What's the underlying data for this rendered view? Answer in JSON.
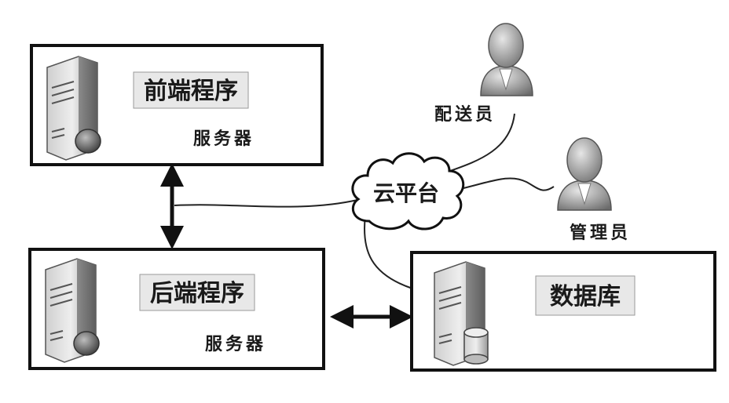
{
  "nodes": {
    "frontend": {
      "program_label": "前端程序",
      "server_label": "服务器"
    },
    "backend": {
      "program_label": "后端程序",
      "server_label": "服务器"
    },
    "database": {
      "label": "数据库"
    },
    "cloud": {
      "label": "云平台"
    },
    "courier": {
      "label": "配送员"
    },
    "admin": {
      "label": "管理员"
    }
  },
  "icons": {
    "server": "server-icon",
    "database_server": "database-server-icon",
    "person": "person-icon",
    "cloud": "cloud-icon"
  }
}
